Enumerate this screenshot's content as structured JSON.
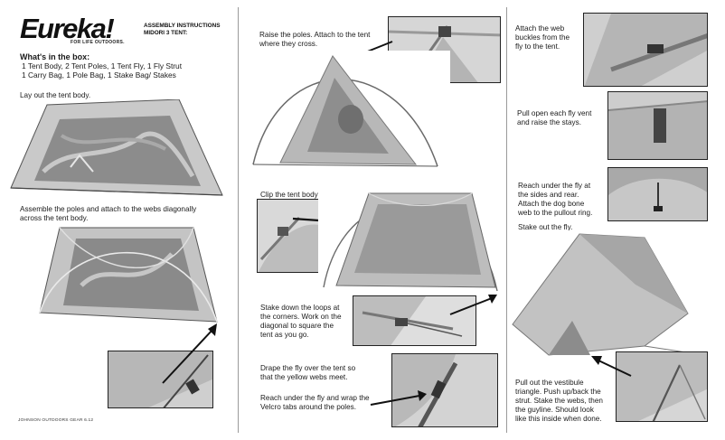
{
  "header": {
    "brand": "Eureka",
    "brand_mark": "!",
    "tagline": "FOR LIFE OUTDOORS.",
    "title_line1": "ASSEMBLY INSTRUCTIONS",
    "title_line2": "MIDORI 3 TENT:"
  },
  "box": {
    "title": "What's in the box:",
    "line1": "1 Tent Body,    2 Tent Poles,    1 Tent Fly,   1 Fly Strut",
    "line2": "1 Carry Bag,   1 Pole Bag,      1 Stake Bag/ Stakes"
  },
  "steps": {
    "lay_out": "Lay out the tent body.",
    "assemble_1": "Assemble the poles and attach to the webs diagonally",
    "assemble_2": "across the tent body.",
    "raise_1": "Raise the poles.  Attach to the tent",
    "raise_2": "where they cross.",
    "clip": "Clip the tent body to the poles.",
    "stake_1": "Stake down the loops at",
    "stake_2": "the corners. Work on the",
    "stake_3": "diagonal to square the",
    "stake_4": "tent as you go.",
    "drape_1": "Drape the fly over the tent so",
    "drape_2": "that the yellow webs meet.",
    "wrap_1": "Reach under the fly and wrap the",
    "wrap_2": "Velcro tabs around the poles.",
    "web_1": "Attach the web",
    "web_2": "buckles from the",
    "web_3": "fly to the tent.",
    "vent_1": "Pull open each fly vent",
    "vent_2": "and raise the stays.",
    "reach_1": "Reach under the fly at",
    "reach_2": "the  sides and rear.",
    "reach_3": "Attach the dog bone",
    "reach_4": "web to the pullout ring.",
    "stake_fly": "Stake out the fly.",
    "vest_1": "Pull out the vestibule",
    "vest_2": "triangle. Push up/back the",
    "vest_3": "strut. Stake the webs, then",
    "vest_4": "the guyline. Should look",
    "vest_5": "like this inside when done."
  },
  "footer": "JOHNSON OUTDOORS GEAR 6.12"
}
